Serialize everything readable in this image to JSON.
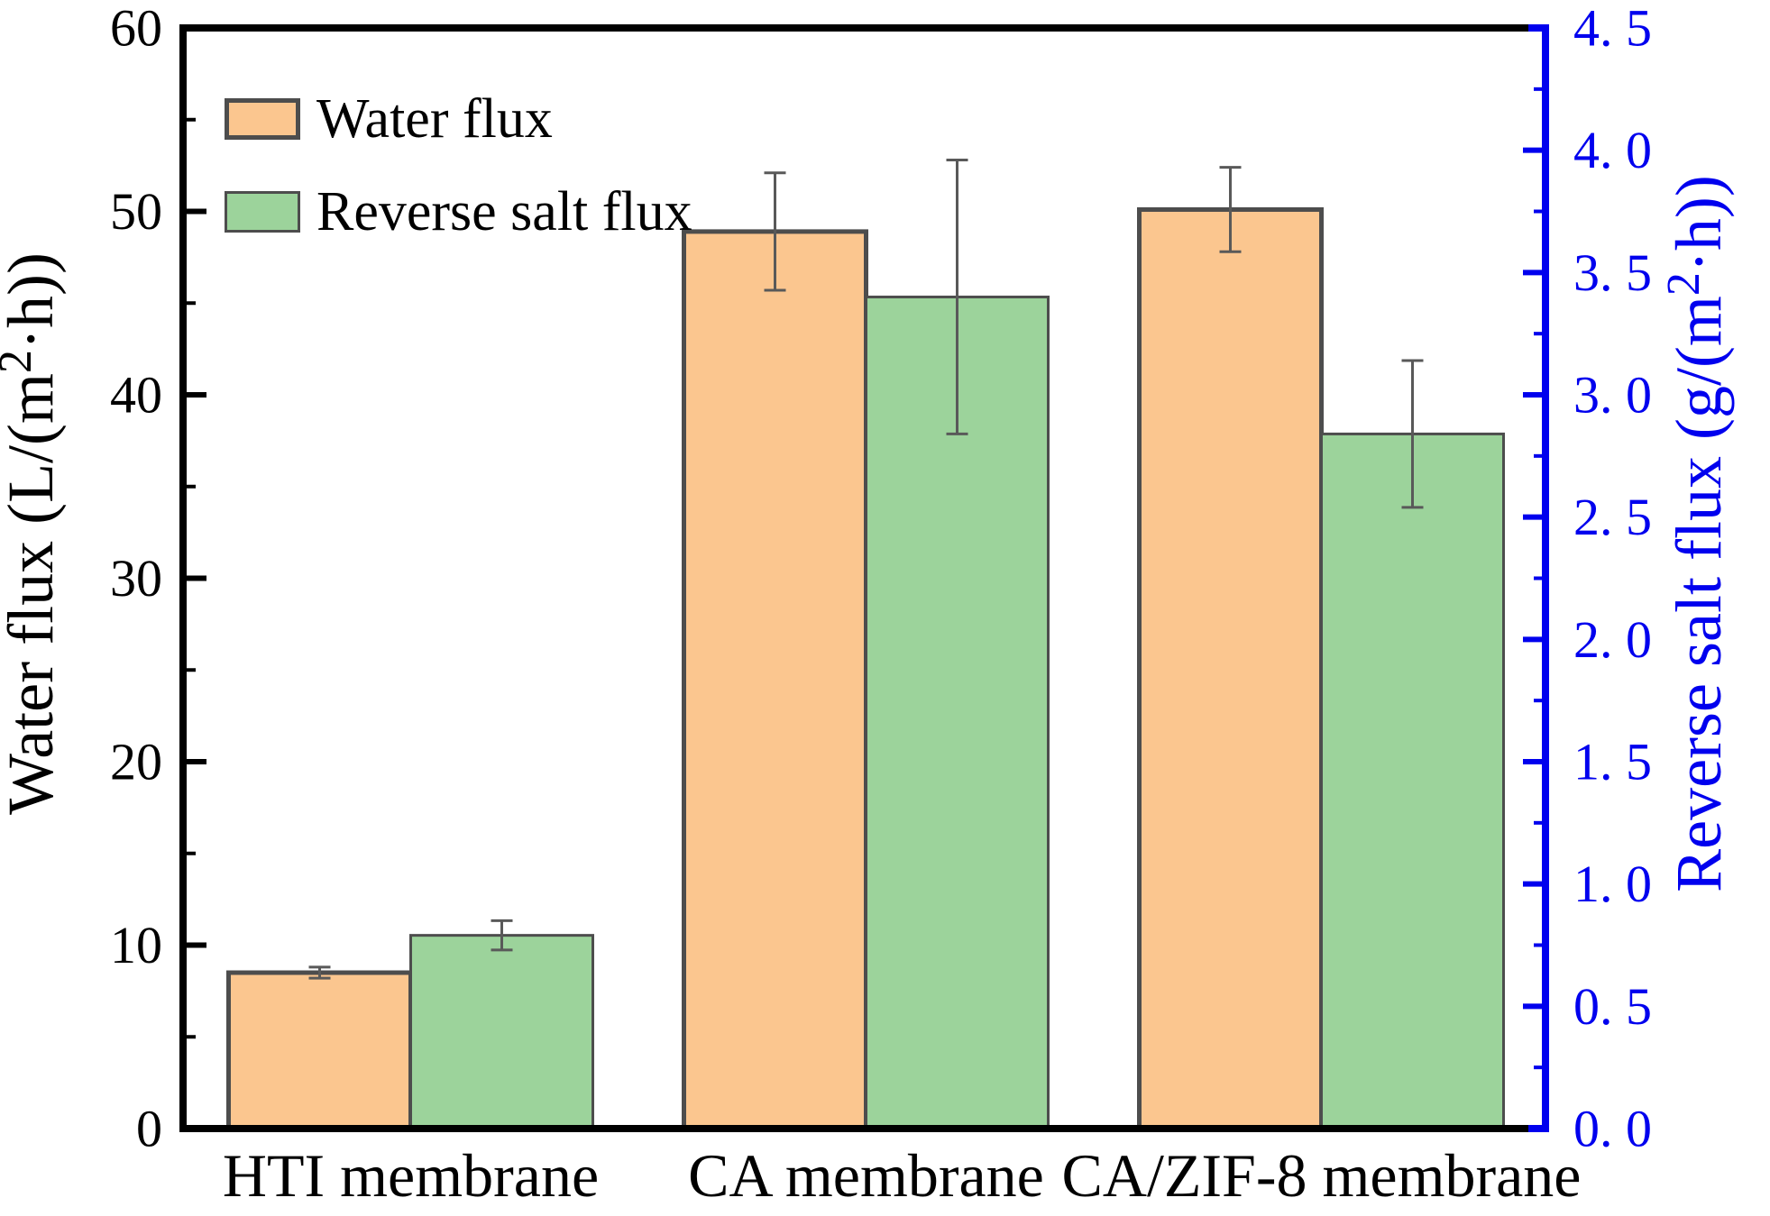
{
  "chart_data": {
    "type": "bar",
    "title": "",
    "categories": [
      "HTI membrane",
      "CA membrane",
      "CA/ZIF-8 membrane"
    ],
    "series": [
      {
        "name": "Water flux",
        "axis": "left",
        "color": "#FBC68F",
        "border_color": "#4D4D4D",
        "values": [
          8.5,
          48.9,
          50.1
        ],
        "errors": [
          0.3,
          3.2,
          2.3
        ]
      },
      {
        "name": "Reverse salt flux",
        "axis": "right",
        "color": "#9CD39B",
        "border_color": "#4D4D4D",
        "values": [
          0.79,
          3.4,
          2.84
        ],
        "errors": [
          0.06,
          0.56,
          0.3
        ]
      }
    ],
    "axes": {
      "left": {
        "label": "Water flux (L/(m²·h))",
        "min": 0,
        "max": 60,
        "major_step": 10,
        "minor_step": 5,
        "tick_labels": [
          "0",
          "10",
          "20",
          "30",
          "40",
          "50",
          "60"
        ],
        "color": "#000000"
      },
      "right": {
        "label": "Reverse salt flux (g/(m²·h))",
        "min": 0,
        "max": 4.5,
        "major_step": 0.5,
        "minor_step": 0.25,
        "tick_labels": [
          "0. 0",
          "0. 5",
          "1. 0",
          "1. 5",
          "2. 0",
          "2. 5",
          "3. 0",
          "3. 5",
          "4. 0",
          "4. 5"
        ],
        "color": "#0000EE"
      },
      "bottom": {
        "color": "#000000"
      }
    },
    "legend": {
      "position": "top-left",
      "entries": [
        "Water flux",
        "Reverse salt flux"
      ]
    },
    "error_bar_color": "#595959",
    "background": "#FFFFFF",
    "grid": false
  }
}
